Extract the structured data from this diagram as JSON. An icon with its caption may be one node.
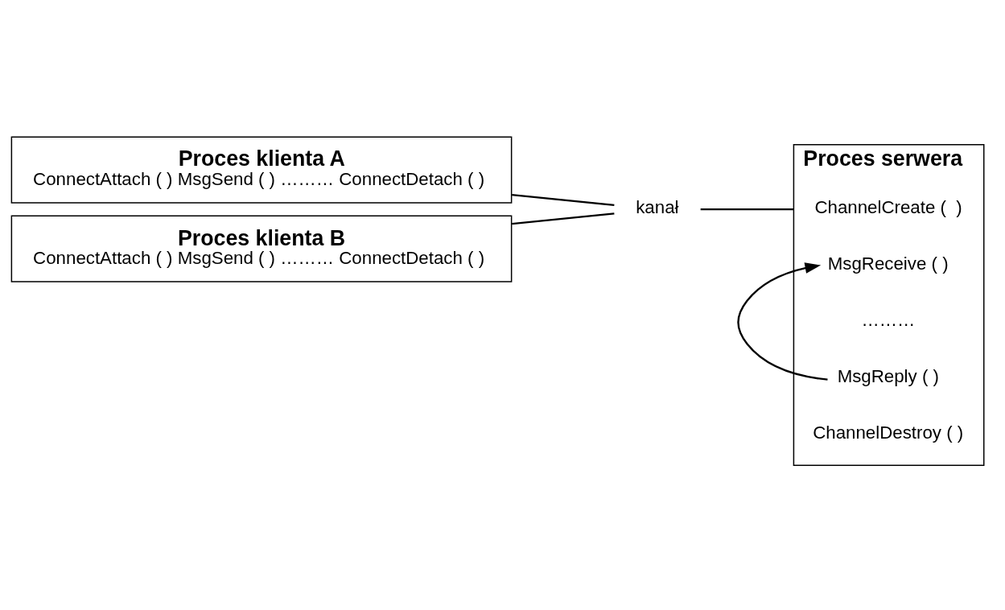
{
  "diagram": {
    "nodes": [
      {
        "text": [
          "Proces klienta A",
          "ConnectAttach ( ) MsgSend ( ) ……… ConnectDetach ( )"
        ]
      },
      {
        "text": [
          "Proces serwera"
        ]
      },
      {
        "text": [
          "ChannelCreate (  )"
        ],
        "in": 1
      },
      {
        "text": [
          "MsgReceive ( )"
        ],
        "in": 1
      },
      {
        "text": [
          "………"
        ],
        "in": 1
      },
      {
        "text": [
          "MsgReply ( )"
        ],
        "in": 1
      },
      {
        "text": [
          "ChannelDestroy ( )"
        ],
        "in": 1
      },
      {
        "text": [
          "kanał"
        ]
      },
      {
        "text": [
          "Proces klienta B",
          "ConnectAttach ( ) MsgSend ( ) ……… ConnectDetach ( )"
        ]
      }
    ],
    "edges": [
      {
        "from": 0,
        "to": 7,
        "arrow": "none"
      },
      {
        "from": 8,
        "to": 7,
        "arrow": "none"
      },
      {
        "from": 7,
        "to": 1,
        "arrow": "none"
      },
      {
        "from": 5,
        "to": 3,
        "arrow": "to"
      }
    ]
  }
}
